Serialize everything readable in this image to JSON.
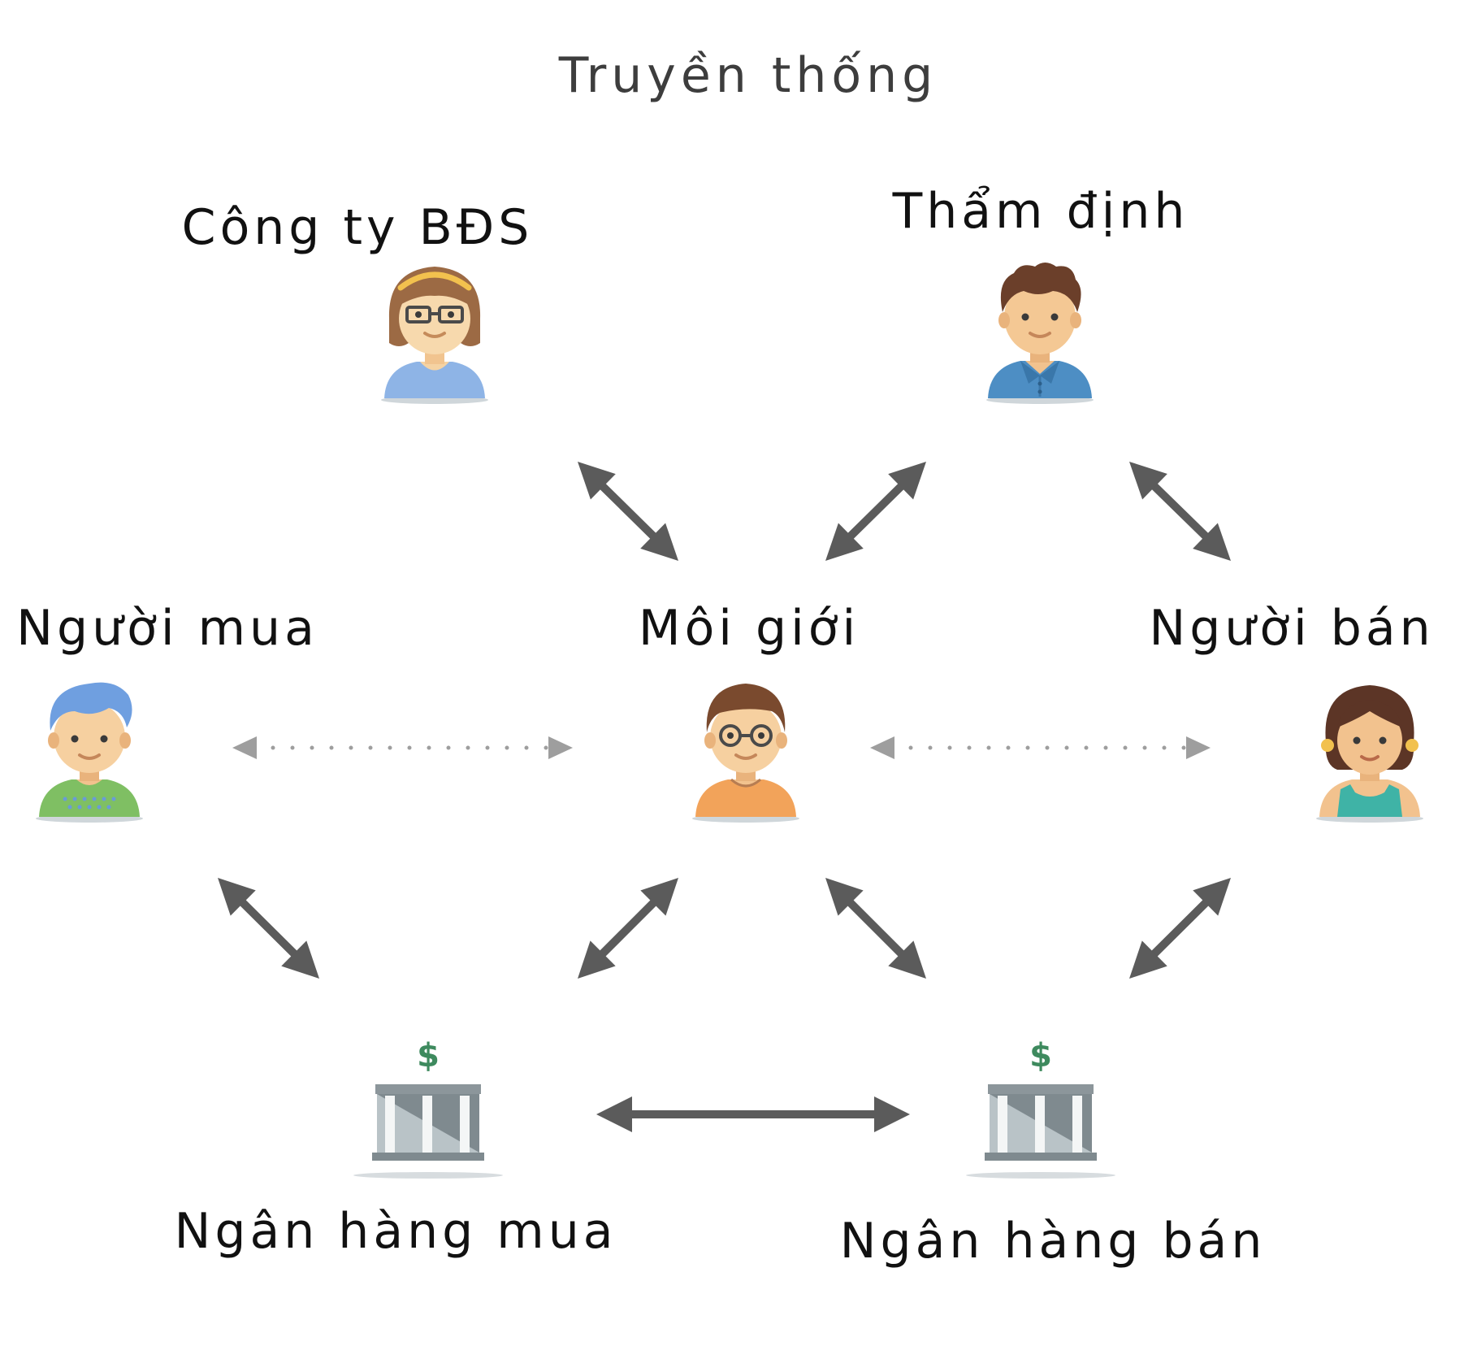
{
  "title": "Truyền thống",
  "nodes": {
    "company": {
      "label": "Công ty BĐS",
      "icon": "woman-glasses-avatar-icon"
    },
    "appraiser": {
      "label": "Thẩm định",
      "icon": "man-blue-shirt-avatar-icon"
    },
    "buyer": {
      "label": "Người mua",
      "icon": "man-green-shirt-avatar-icon"
    },
    "broker": {
      "label": "Môi giới",
      "icon": "man-glasses-avatar-icon"
    },
    "seller": {
      "label": "Người bán",
      "icon": "woman-teal-top-avatar-icon"
    },
    "buyer_bank": {
      "label": "Ngân hàng mua",
      "icon": "bank-icon"
    },
    "seller_bank": {
      "label": "Ngân hàng bán",
      "icon": "bank-icon"
    }
  },
  "links": [
    {
      "from": "company",
      "to": "broker",
      "style": "solid"
    },
    {
      "from": "appraiser",
      "to": "broker",
      "style": "solid"
    },
    {
      "from": "appraiser",
      "to": "seller",
      "style": "solid"
    },
    {
      "from": "buyer",
      "to": "broker",
      "style": "dotted"
    },
    {
      "from": "broker",
      "to": "seller",
      "style": "dotted"
    },
    {
      "from": "buyer",
      "to": "buyer_bank",
      "style": "solid"
    },
    {
      "from": "broker",
      "to": "buyer_bank",
      "style": "solid"
    },
    {
      "from": "broker",
      "to": "seller_bank",
      "style": "solid"
    },
    {
      "from": "seller",
      "to": "seller_bank",
      "style": "solid"
    },
    {
      "from": "buyer_bank",
      "to": "seller_bank",
      "style": "solid"
    }
  ],
  "colors": {
    "arrow": "#5b5b5b",
    "dotted_arrow": "#9e9e9e",
    "title": "#3d3d3d",
    "label": "#111111",
    "dollar": "#3e8a5e"
  }
}
